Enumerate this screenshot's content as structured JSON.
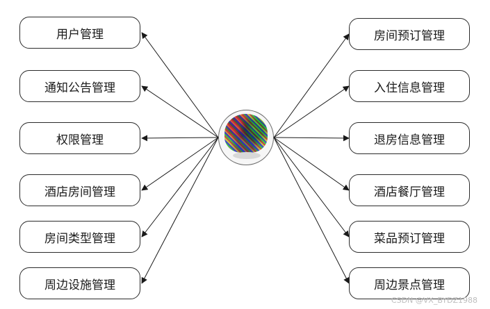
{
  "left_nodes": [
    "用户管理",
    "通知公告管理",
    "权限管理",
    "酒店房间管理",
    "房间类型管理",
    "周边设施管理"
  ],
  "right_nodes": [
    "房间预订管理",
    "入住信息管理",
    "退房信息管理",
    "酒店餐厅管理",
    "菜品预订管理",
    "周边景点管理"
  ],
  "watermark": "CSDN @VX_BYDZ1988",
  "colors": {
    "stroke": "#1a1a1a",
    "hub_border": "#6a6a6a"
  }
}
